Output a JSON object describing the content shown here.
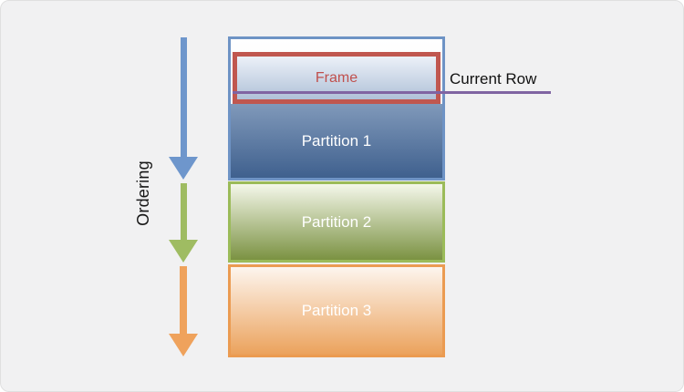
{
  "labels": {
    "ordering": "Ordering",
    "frame": "Frame",
    "current_row": "Current Row"
  },
  "partitions": [
    {
      "label": "Partition 1"
    },
    {
      "label": "Partition 2"
    },
    {
      "label": "Partition 3"
    }
  ],
  "colors": {
    "canvas_bg": "#f1f1f2",
    "ordering_arrow_blue": "#6e96cc",
    "ordering_arrow_green": "#9fbc62",
    "ordering_arrow_orange": "#efa25c",
    "partition1_border": "#6e93c5",
    "partition1_gradient_top": "#8099ba",
    "partition1_gradient_bottom": "#3f608e",
    "partition2_border": "#9bbb59",
    "partition2_gradient_bottom": "#7b9242",
    "partition3_border": "#eb9b51",
    "partition3_gradient_bottom": "#eba25c",
    "frame_border": "#c0574f",
    "frame_text": "#c0504d",
    "current_row_line": "#8064a2",
    "label_text": "#111111"
  }
}
